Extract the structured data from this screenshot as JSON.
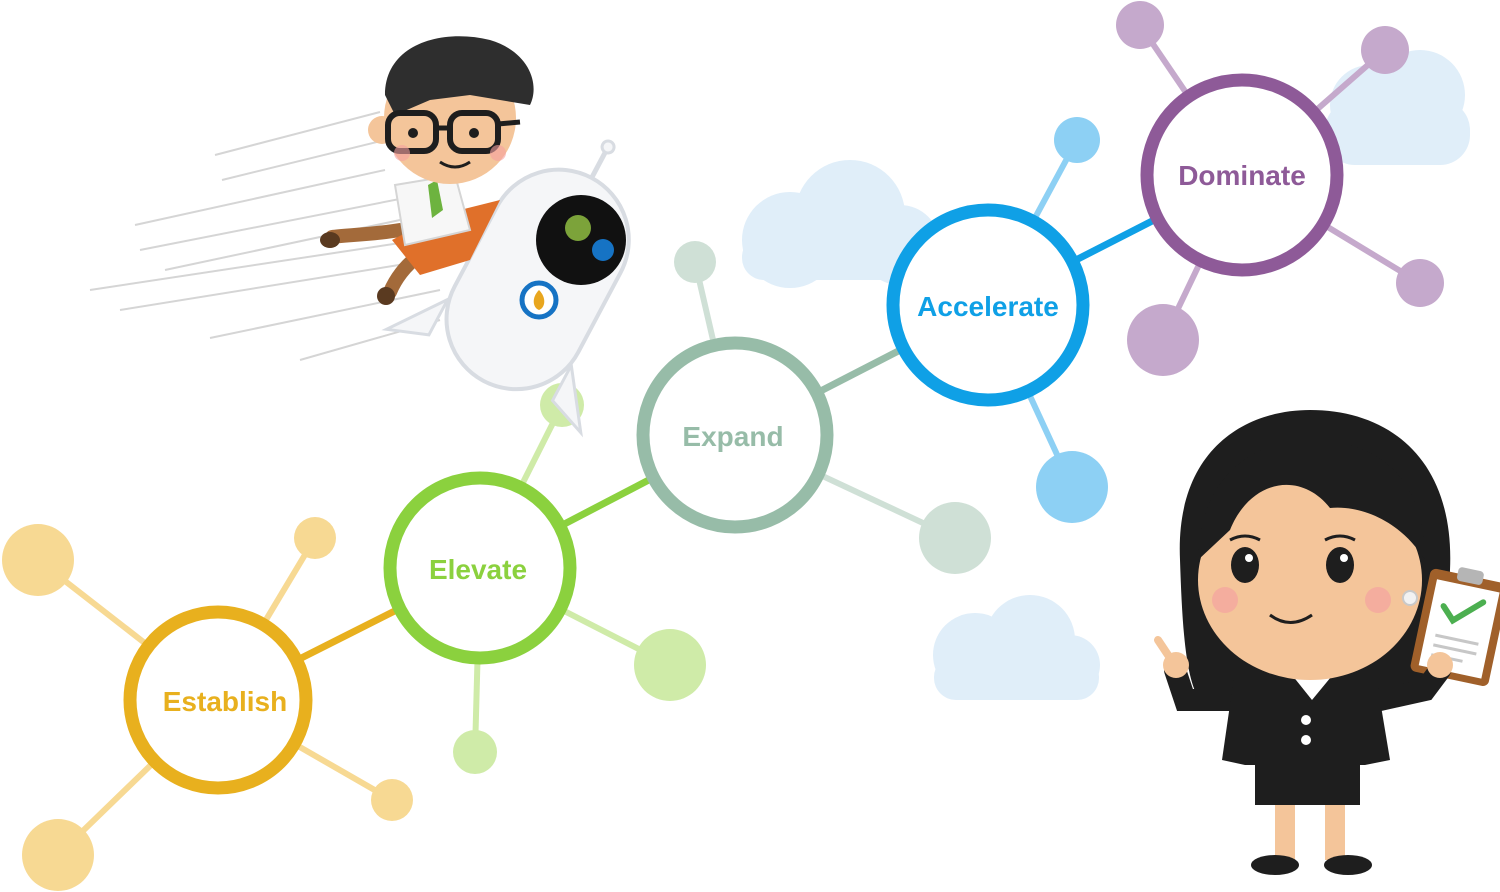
{
  "stages": [
    {
      "label": "Establish",
      "color": "#E8B01E",
      "light": "#F7D993"
    },
    {
      "label": "Elevate",
      "color": "#8BD13E",
      "light": "#CFEBA8"
    },
    {
      "label": "Expand",
      "color": "#97BCA8",
      "light": "#CFE0D6"
    },
    {
      "label": "Accelerate",
      "color": "#0FA0E6",
      "light": "#8DD0F4"
    },
    {
      "label": "Dominate",
      "color": "#8E5A98",
      "light": "#C5A9CC"
    }
  ],
  "illustrations": [
    {
      "name": "man-riding-rocket",
      "icon": "rocket-rider-illustration"
    },
    {
      "name": "woman-with-clipboard",
      "icon": "businesswoman-clipboard-illustration"
    }
  ],
  "colors": {
    "cloud": "#E0EEF9"
  }
}
